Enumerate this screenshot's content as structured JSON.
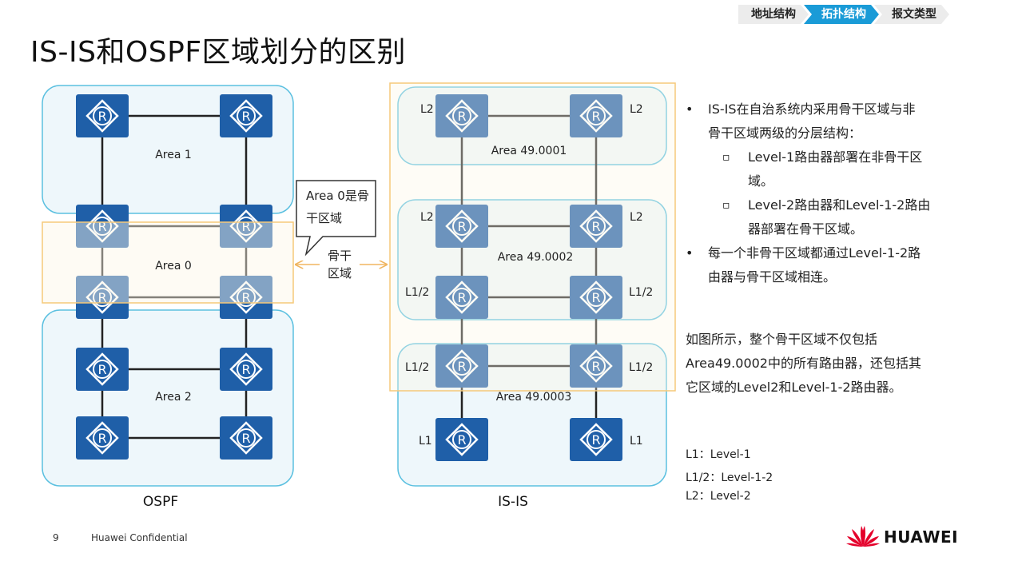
{
  "breadcrumb": {
    "items": [
      "地址结构",
      "拓扑结构",
      "报文类型"
    ],
    "active_index": 1
  },
  "title": "IS-IS和OSPF区域划分的区别",
  "ospf": {
    "caption": "OSPF",
    "area1_label": "Area 1",
    "area0_label": "Area 0",
    "area2_label": "Area 2"
  },
  "isis": {
    "caption": "IS-IS",
    "area1_label": "Area 49.0001",
    "area2_label": "Area 49.0002",
    "area3_label": "Area 49.0003",
    "level_tags": {
      "l2_a": "L2",
      "l2_b": "L2",
      "l2_c": "L2",
      "l2_d": "L2",
      "l12_a": "L1/2",
      "l12_b": "L1/2",
      "l12_c": "L1/2",
      "l12_d": "L1/2",
      "l1_a": "L1",
      "l1_b": "L1"
    }
  },
  "callout": {
    "line1": "Area 0是骨",
    "line2": "干区域"
  },
  "backbone_label": {
    "line1": "骨干",
    "line2": "区域"
  },
  "router_glyph": "R",
  "bullets": {
    "b1_line1": "IS-IS在自治系统内采用骨干区域与非",
    "b1_line2": "骨干区域两级的分层结构：",
    "b1_sub1_line1": "Level-1路由器部署在非骨干区",
    "b1_sub1_line2": "域。",
    "b1_sub2_line1": "Level-2路由器和Level-1-2路由",
    "b1_sub2_line2": "器部署在骨干区域。",
    "b2_line1": "每一个非骨干区域都通过Level-1-2路",
    "b2_line2": "由器与骨干区域相连。"
  },
  "note": {
    "line1": "如图所示，整个骨干区域不仅包括",
    "line2": "Area49.0002中的所有路由器，还包括其",
    "line3": "它区域的Level2和Level-1-2路由器。"
  },
  "legend": {
    "l1": "L1：Level-1",
    "l12": "L1/2：Level-1-2",
    "l2": "L2：Level-2"
  },
  "footer": {
    "page": "9",
    "confidential": "Huawei Confidential",
    "brand": "HUAWEI"
  },
  "colors": {
    "router": "#1f5fa8",
    "accent": "#1a9bd7",
    "area_border": "#5bc0e0",
    "area_fill": "#eef7fb",
    "backbone_border": "#f5c97a",
    "backbone_fill": "#fdf6e6",
    "logo_red": "#e4002b"
  }
}
